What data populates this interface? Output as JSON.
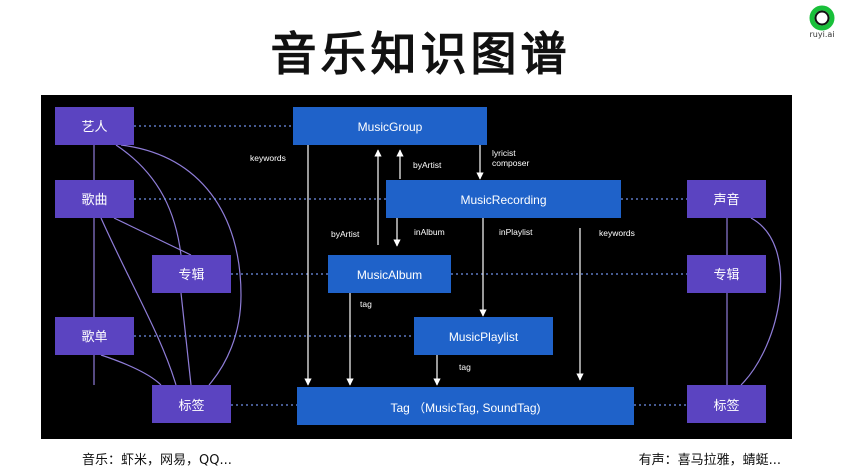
{
  "title": "音乐知识图谱",
  "logo_text": "ruyi.ai",
  "colors": {
    "entity": "#5b44c1",
    "class": "#1f62c9",
    "panel": "#000000",
    "link": "#ffffff",
    "dotted": "#6f8fe8",
    "curve": "#8f7dd8"
  },
  "left_entities": [
    "艺人",
    "歌曲",
    "专辑",
    "歌单",
    "标签"
  ],
  "right_entities": [
    "声音",
    "专辑",
    "标签"
  ],
  "classes": [
    "MusicGroup",
    "MusicRecording",
    "MusicAlbum",
    "MusicPlaylist",
    "Tag （MusicTag, SoundTag)"
  ],
  "edge_labels": [
    "keywords",
    "byArtist",
    "lyricist",
    "composer",
    "byArtist",
    "inAlbum",
    "inPlaylist",
    "keywords",
    "tag",
    "tag"
  ],
  "footer": {
    "left": "音乐：虾米，网易，QQ...",
    "right": "有声：喜马拉雅，蜻蜓..."
  }
}
